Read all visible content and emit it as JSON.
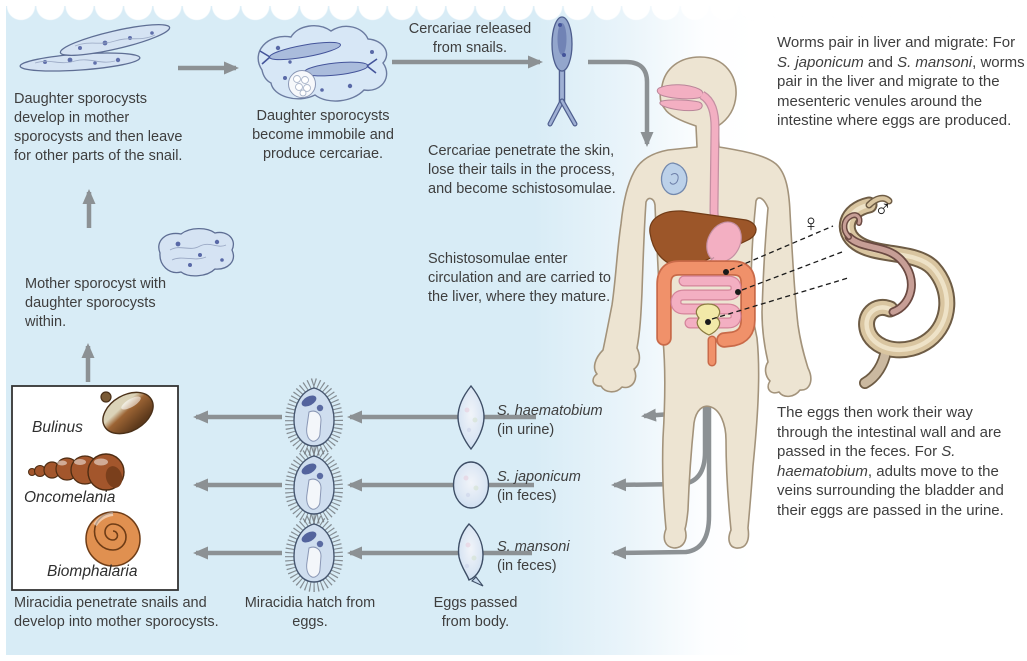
{
  "figure": {
    "title": "Schistosoma life cycle diagram",
    "type": "parasite-life-cycle"
  },
  "colors": {
    "water_background": "#D8ECF6",
    "arrow_gray": "#8C9194",
    "text": "#3E3E3E",
    "human_body": "#EDE4D2",
    "liver_brown": "#9C5629",
    "large_intestine_orange": "#F0916A",
    "small_intestine_pink": "#F3AFC2",
    "bladder_yellow": "#F2E9A8",
    "organism_blue": "#D5E3F3",
    "worm_tan": "#D9C5A0",
    "snail_brown": "#A3562C"
  },
  "stages": {
    "daughter_develop": {
      "caption": "Daughter sporocysts develop in mother sporocysts and then leave for other parts of the snail."
    },
    "daughter_immobile": {
      "caption": "Daughter sporocysts become immobile and produce cercariae."
    },
    "cercariae_released": {
      "caption": "Cercariae released from snails."
    },
    "cercariae_penetrate": {
      "caption": "Cercariae penetrate the skin, lose their tails in the process, and become schistosomulae."
    },
    "schistosomulae_enter": {
      "caption": "Schistosomulae enter circulation and are carried to the liver, where they mature."
    },
    "mother_sporocyst": {
      "caption": "Mother sporocyst with daughter sporocysts within."
    },
    "miracidia_penetrate": {
      "caption": "Miracidia penetrate snails and develop into mother sporocysts."
    },
    "miracidia_hatch": {
      "caption": "Miracidia hatch from eggs."
    },
    "eggs_passed": {
      "caption": "Eggs passed from body."
    },
    "worms_pair": {
      "caption_rich": [
        {
          "t": "Worms pair in liver and migrate: For "
        },
        {
          "t": "S. japonicum",
          "i": true
        },
        {
          "t": " and "
        },
        {
          "t": "S. mansoni",
          "i": true
        },
        {
          "t": ", worms pair in the liver and migrate to the mesenteric venules around the intestine where eggs are produced."
        }
      ]
    },
    "eggs_pass_out": {
      "caption_rich": [
        {
          "t": "The eggs then work their way through the intestinal wall and are passed in the feces. For "
        },
        {
          "t": "S. haematobium",
          "i": true
        },
        {
          "t": ", adults move to the veins surrounding the bladder and their eggs are passed in the urine."
        }
      ]
    }
  },
  "eggs": [
    {
      "species": "S. haematobium",
      "route": "(in urine)"
    },
    {
      "species": "S. japonicum",
      "route": "(in feces)"
    },
    {
      "species": "S. mansoni",
      "route": "(in feces)"
    }
  ],
  "snails": [
    {
      "name": "Bulinus"
    },
    {
      "name": "Oncomelania"
    },
    {
      "name": "Biomphalaria"
    }
  ],
  "worm_pair": {
    "female_symbol": "♀",
    "male_symbol": "♂"
  }
}
